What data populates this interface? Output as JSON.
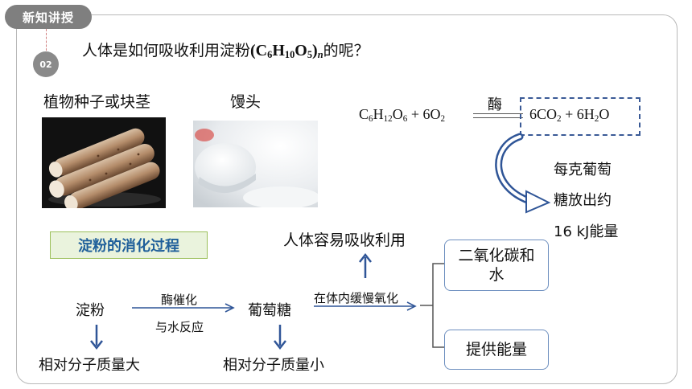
{
  "header": {
    "tab_label": "新知讲授",
    "section_number": "02"
  },
  "question": {
    "prefix": "人体是如何吸收利用淀粉",
    "suffix": "的呢？"
  },
  "images": {
    "tuber_label": "植物种子或块茎",
    "mantou_label": "馒头"
  },
  "equation": {
    "enzyme": "酶"
  },
  "energy_note": {
    "line1": "每克葡萄",
    "line2": "糖放出约",
    "line3": "16 kJ能量"
  },
  "process_title": "淀粉的消化过程",
  "flow": {
    "starch": "淀粉",
    "starch_note": "相对分子质量大",
    "step1_top": "酶催化",
    "step1_bottom": "与水反应",
    "glucose": "葡萄糖",
    "glucose_note": "相对分子质量小",
    "step2": "在体内缓慢氧化",
    "absorb": "人体容易吸收利用",
    "out1": "二氧化碳和水",
    "out2": "提供能量"
  },
  "colors": {
    "arrow_blue": "#2f5597",
    "box_border": "#6d8fbf",
    "green_box": "#eaf3dd",
    "title_blue": "#1f5f9a",
    "tab_gray": "#7f7f7f"
  }
}
